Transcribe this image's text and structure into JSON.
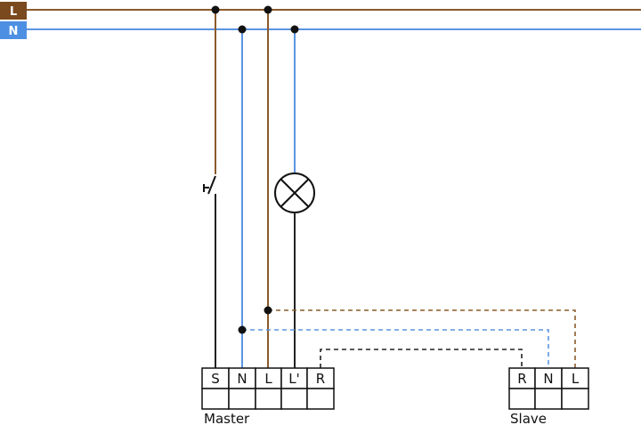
{
  "bus": {
    "live": {
      "label": "L",
      "color": "#7a4a1e"
    },
    "neutral": {
      "label": "N",
      "color": "#4d8fe3"
    }
  },
  "colors": {
    "live_wire": "#8b5a2b",
    "neutral_wire": "#5b95e0",
    "control_wire": "#222222"
  },
  "icons": {
    "switch": "switch-symbol-icon",
    "lamp": "lamp-symbol-icon"
  },
  "master": {
    "caption": "Master",
    "terminals": [
      "S",
      "N",
      "L",
      "L'",
      "R"
    ]
  },
  "slave": {
    "caption": "Slave",
    "terminals": [
      "R",
      "N",
      "L"
    ]
  }
}
